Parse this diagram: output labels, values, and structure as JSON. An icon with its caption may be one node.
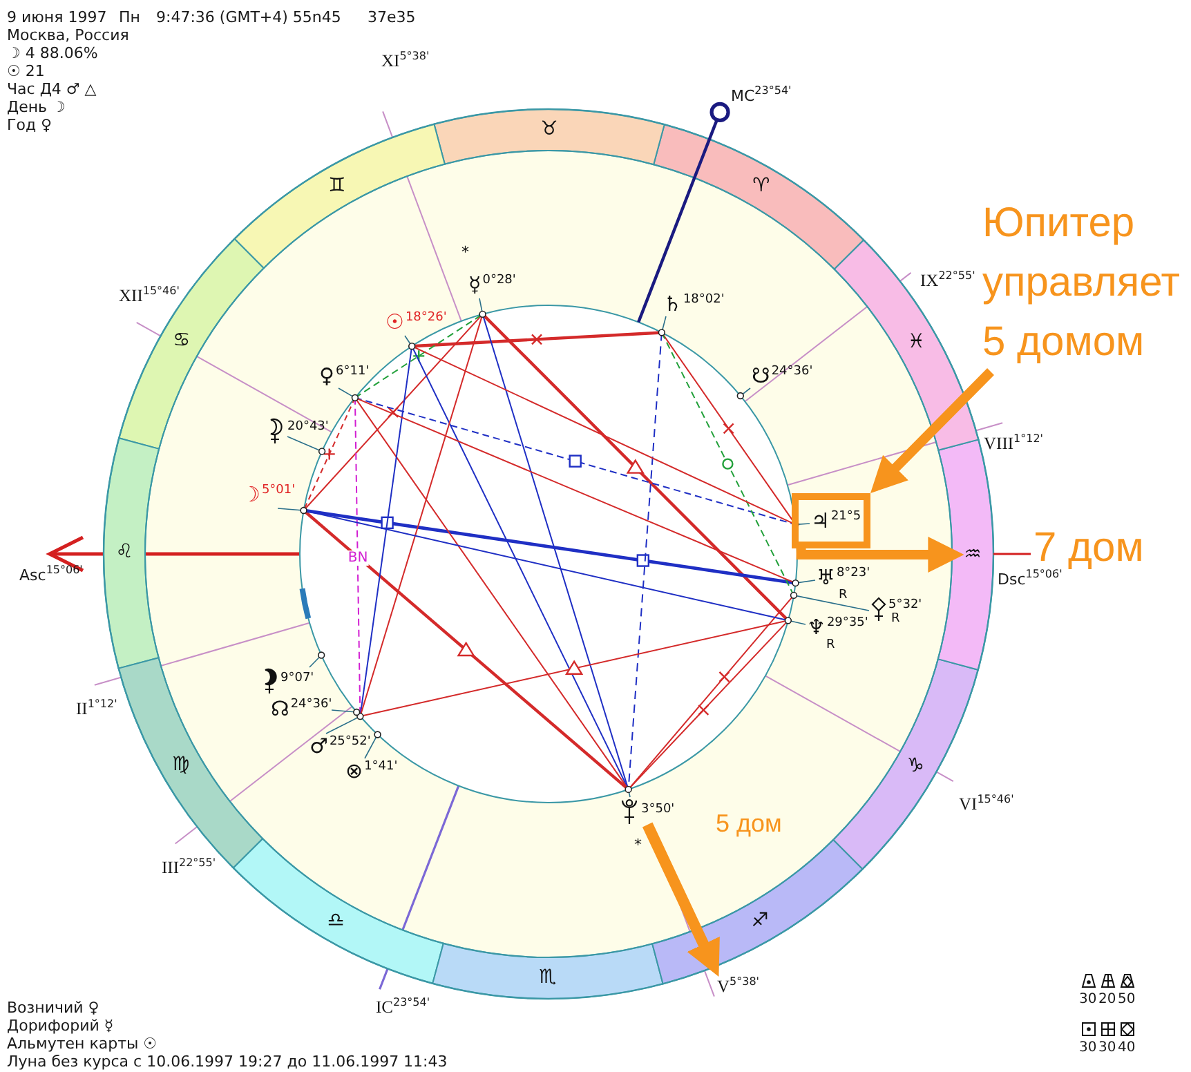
{
  "diagram": {
    "nodes": [
      {
        "text": [
          "Юпитер управляет 5 домом"
        ]
      },
      {
        "text": [
          "♃$^{21°5}$"
        ]
      },
      {
        "text": [
          "3°50'"
        ]
      },
      {
        "text": [
          "V$^{5°38'}$"
        ]
      },
      {
        "text": [
          "♒"
        ]
      }
    ],
    "edges": [
      {
        "from": 0,
        "to": 1,
        "arrow": "to"
      },
      {
        "from": 1,
        "to": 4,
        "arrow": "to"
      },
      {
        "from": 2,
        "to": 3,
        "arrow": "to"
      }
    ],
    "labels": [
      "9 июня 1997",
      "Пн",
      "9:47:36 (GMT+4) 55n45",
      "37e35",
      "Москва, Россия",
      "☽ 4 88.06%",
      "☉ 21",
      "Час Д4 ♂ △",
      "День ☽",
      "Год ♀",
      "XI$^{5°38'}$",
      "♉",
      "MC$^{23°54'}$",
      "♊",
      "♈",
      "*",
      "☿$^{0°28'}$",
      "♄$^{18°02'}$",
      "XII$^{15°46'}$",
      "IX$^{22°55'}$",
      "☉$^{18°26'}$",
      "♋",
      "♓",
      "♀$^{6°11'}$",
      "☋$^{24°36'}$",
      "20°43'",
      "VIII$^{1°12'}$",
      "☽$^{5°01'}$",
      "7 дом",
      "Asc$^{15°06'}$",
      "♌",
      "BN",
      "♅$^{8°23'}$",
      "R",
      "Dsc$^{15°06'}$",
      "5°32'",
      "R",
      "♆$^{29°35'}$",
      "R",
      "9°07'",
      "II$^{1°12'}$",
      "☊$^{24°36'}$",
      "♂$^{25°52'}$",
      "♍",
      "⊗$^{1°41'}$",
      "♑",
      "VI$^{15°46'}$",
      "5 дом",
      "*",
      "III$^{22°55'}$",
      "♎",
      "♐",
      "♏",
      "Возничий ♀",
      "IC$^{23°54'}$",
      "Дорифорий ☿",
      "Альмутен карты ☉",
      "Луна без курса с 10.06.1997 19:27 до 11.06.1997 11:43",
      "30",
      "20",
      "50",
      "30",
      "30",
      "40"
    ]
  }
}
